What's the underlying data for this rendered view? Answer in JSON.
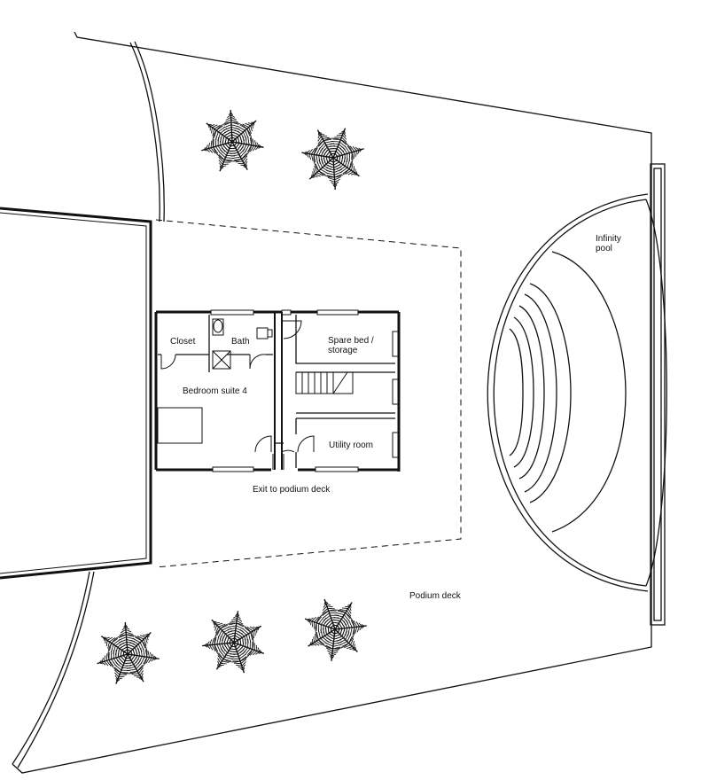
{
  "labels": {
    "closet": "Closet",
    "bath": "Bath",
    "spare_bed": "Spare bed /\nstorage",
    "bedroom_suite": "Bedroom suite 4",
    "utility_room": "Utility room",
    "exit": "Exit to podium deck",
    "infinity_pool": "Infinity\npool",
    "podium_deck": "Podium deck"
  },
  "colors": {
    "line": "#111111",
    "background": "#ffffff"
  },
  "palm_trees": 5
}
